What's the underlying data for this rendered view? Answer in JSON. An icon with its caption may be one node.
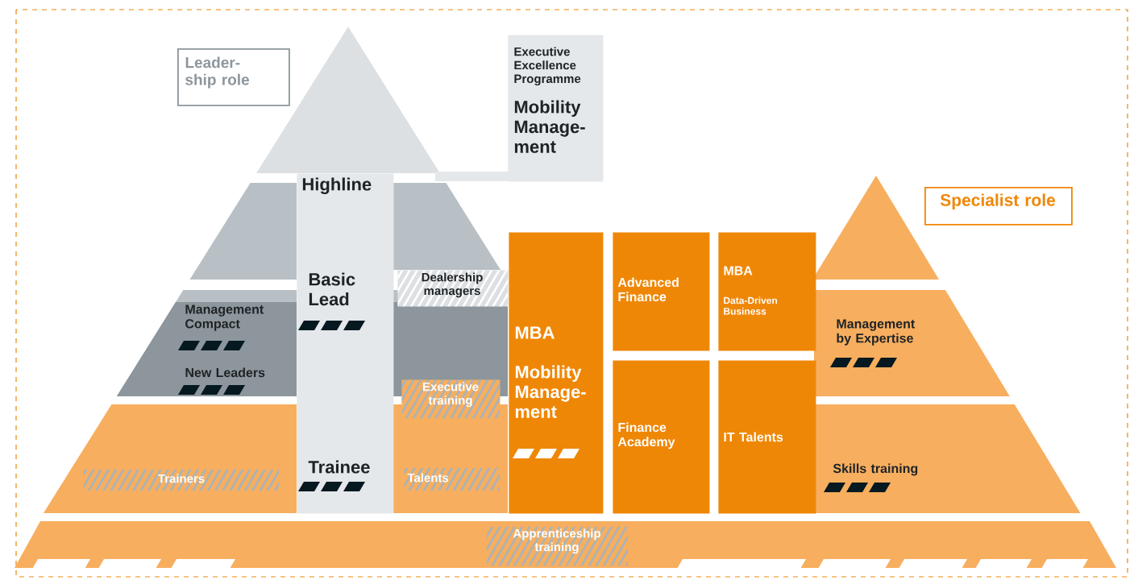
{
  "diagram": {
    "nodes": [
      {
        "text": [
          "Leader-ship role"
        ]
      },
      {
        "text": [
          "Executive Excellence Programme",
          "Mobility Manage-ment"
        ]
      },
      {
        "text": [
          "Highline",
          "Basic Lead",
          "Trainee"
        ]
      },
      {
        "text": [
          "Dealership managers"
        ]
      },
      {
        "text": [
          "Executive training"
        ]
      },
      {
        "text": [
          "Talents"
        ]
      },
      {
        "text": [
          "Trainers"
        ]
      },
      {
        "text": [
          "MBA",
          "Mobility Manage-ment"
        ]
      },
      {
        "text": [
          "Advanced Finance"
        ]
      },
      {
        "text": [
          "MBA",
          "Data-Driven Business"
        ]
      },
      {
        "text": [
          "Finance Academy"
        ]
      },
      {
        "text": [
          "IT Talents"
        ]
      },
      {
        "text": [
          "Specialist role"
        ]
      },
      {
        "text": [
          "Apprenticeship training"
        ]
      },
      {
        "text": [],
        "shape": "triangle"
      },
      {
        "text": [],
        "shape": "trapezoid"
      },
      {
        "text": [],
        "shape": "trapezoid"
      },
      {
        "text": [],
        "shape": "triangle"
      }
    ],
    "edges": [],
    "labels": [
      "Management Compact",
      "New Leaders",
      "Management by Expertise",
      "Skills training"
    ]
  }
}
